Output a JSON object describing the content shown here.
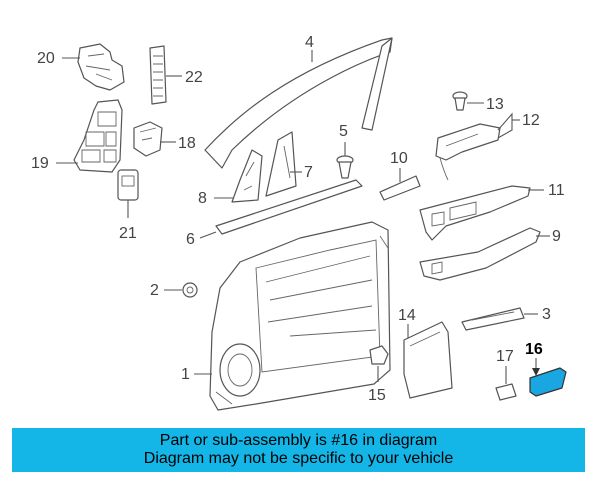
{
  "callouts": {
    "c1": "1",
    "c2": "2",
    "c3": "3",
    "c4": "4",
    "c5": "5",
    "c6": "6",
    "c7": "7",
    "c8": "8",
    "c9": "9",
    "c10": "10",
    "c11": "11",
    "c12": "12",
    "c13": "13",
    "c14": "14",
    "c15": "15",
    "c16": "16",
    "c17": "17",
    "c18": "18",
    "c19": "19",
    "c20": "20",
    "c21": "21",
    "c22": "22"
  },
  "highlight_part": "16",
  "colors": {
    "banner_bg": "#14b6e8",
    "banner_text": "#000000",
    "highlight_fill": "#1aa6e0",
    "line": "#555555"
  },
  "banner": {
    "line1": "Part or sub-assembly is #16 in diagram",
    "line2": "Diagram may not be specific to your vehicle"
  }
}
